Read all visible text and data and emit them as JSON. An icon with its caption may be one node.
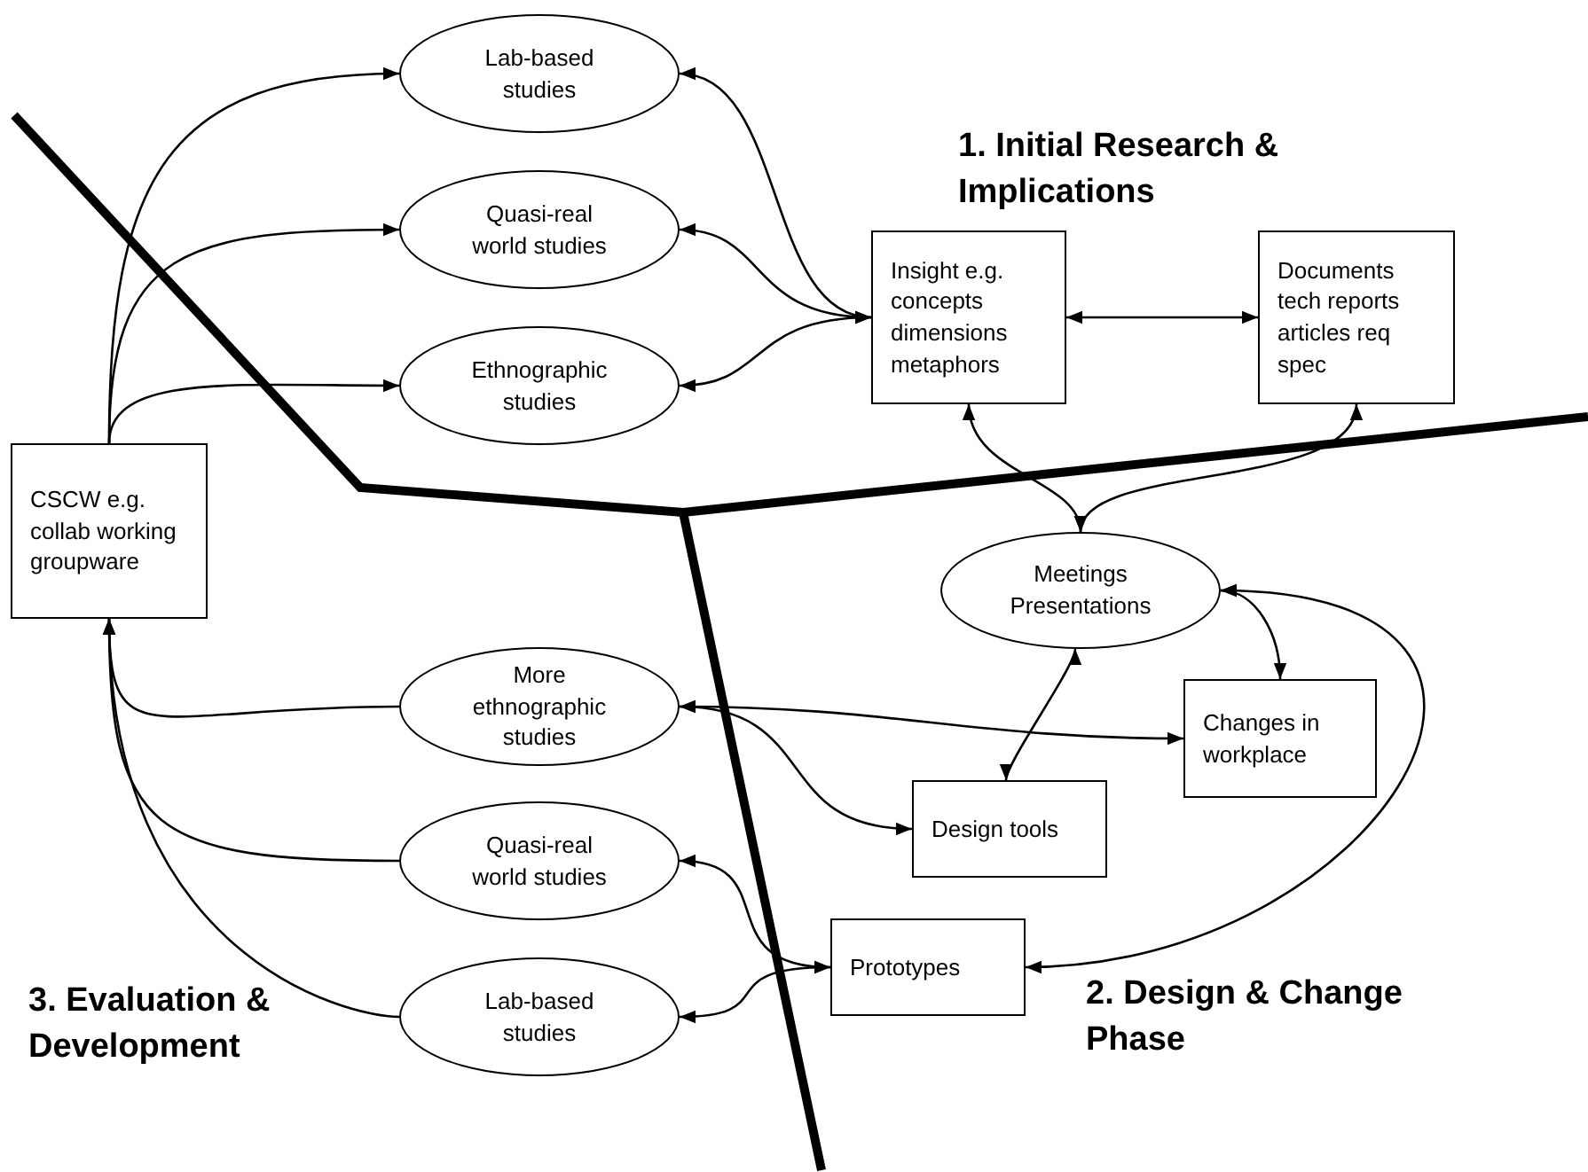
{
  "diagram": {
    "nodes": [
      {
        "text": [
          "Lab-based studies"
        ]
      },
      {
        "text": [
          "Quasi-real world studies"
        ]
      },
      {
        "text": [
          "Ethnographic studies"
        ]
      },
      {
        "text": [
          "Insight e.g. concepts dimensions metaphors"
        ]
      },
      {
        "text": [
          "Documents tech reports articles req spec"
        ]
      },
      {
        "text": [
          "CSCW e.g. collab working groupware"
        ]
      },
      {
        "text": [
          "Meetings Presentations"
        ]
      },
      {
        "text": [
          "More ethnographic studies"
        ]
      },
      {
        "text": [
          "Changes in workplace"
        ]
      },
      {
        "text": [
          "Design tools"
        ]
      },
      {
        "text": [
          "Quasi-real world studies"
        ]
      },
      {
        "text": [
          "Prototypes"
        ]
      },
      {
        "text": [
          "Lab-based studies"
        ]
      }
    ],
    "edges": [
      {
        "from": 5,
        "to": 0,
        "arrow": "to"
      },
      {
        "from": 5,
        "to": 1,
        "arrow": "to"
      },
      {
        "from": 5,
        "to": 2,
        "arrow": "to"
      },
      {
        "from": 3,
        "to": 0,
        "arrow": "both"
      },
      {
        "from": 3,
        "to": 1,
        "arrow": "both"
      },
      {
        "from": 3,
        "to": 2,
        "arrow": "both"
      },
      {
        "from": 3,
        "to": 4,
        "arrow": "both"
      },
      {
        "from": 6,
        "to": 3,
        "arrow": "both"
      },
      {
        "from": 6,
        "to": 4,
        "arrow": "both"
      },
      {
        "from": 7,
        "to": 5,
        "arrow": "to"
      },
      {
        "from": 10,
        "to": 5,
        "arrow": "to"
      },
      {
        "from": 12,
        "to": 5,
        "arrow": "to"
      },
      {
        "from": 7,
        "to": 8,
        "arrow": "both"
      },
      {
        "from": 7,
        "to": 9,
        "arrow": "both"
      },
      {
        "from": 6,
        "to": 9,
        "arrow": "both"
      },
      {
        "from": 6,
        "to": 8,
        "arrow": "both"
      },
      {
        "from": 6,
        "to": 11,
        "arrow": "both"
      },
      {
        "from": 11,
        "to": 10,
        "arrow": "both"
      },
      {
        "from": 11,
        "to": 12,
        "arrow": "both"
      }
    ],
    "labels": [
      "1. Initial Research & Implications",
      "2. Design & Change Phase",
      "3. Evaluation & Development"
    ]
  }
}
